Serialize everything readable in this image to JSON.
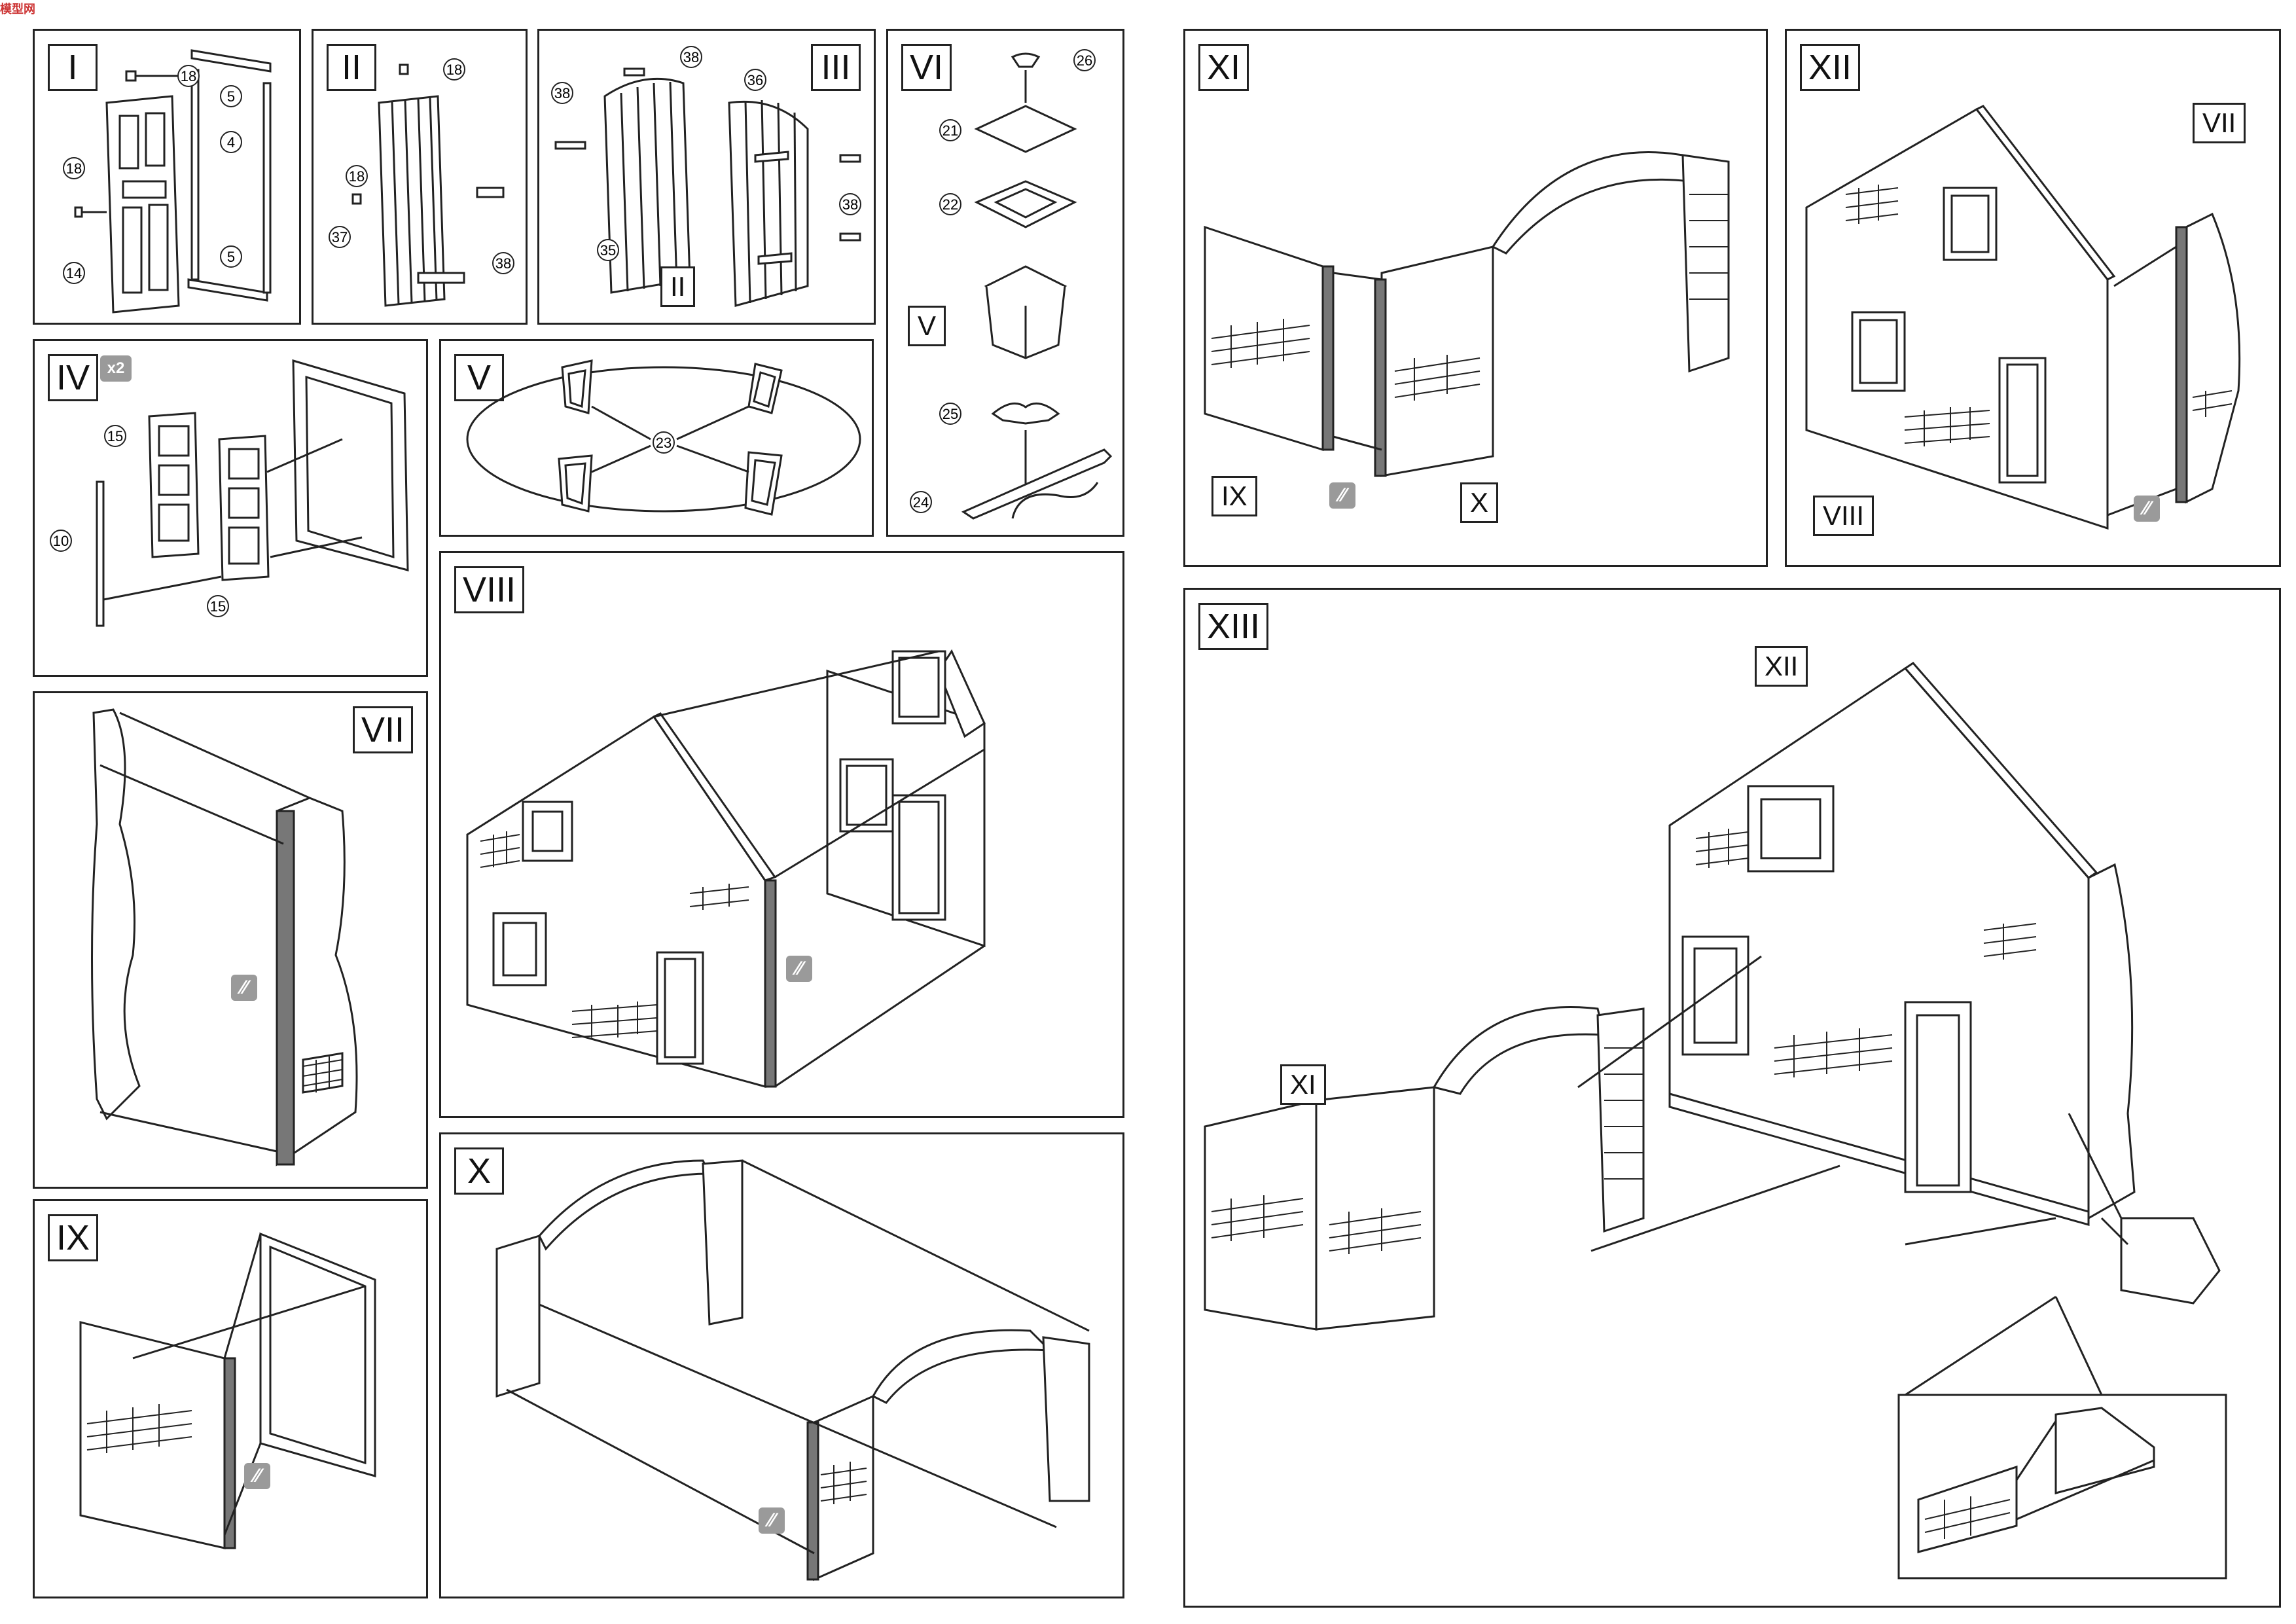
{
  "corner_logo": "模型网",
  "panels": {
    "I": {
      "label": "I",
      "parts": [
        "18",
        "5",
        "4",
        "18",
        "14",
        "5"
      ]
    },
    "II": {
      "label": "II",
      "parts": [
        "18",
        "18",
        "37",
        "38"
      ]
    },
    "III": {
      "label": "III",
      "parts": [
        "38",
        "38",
        "36",
        "38",
        "35"
      ],
      "subassembly": "II"
    },
    "VI": {
      "label": "VI",
      "parts": [
        "26",
        "21",
        "22",
        "25",
        "24"
      ],
      "subassembly": "V"
    },
    "IV": {
      "label": "IV",
      "parts": [
        "15",
        "10",
        "15"
      ],
      "multiplier": "x2"
    },
    "V": {
      "label": "V",
      "parts": [
        "23"
      ]
    },
    "VII": {
      "label": "VII"
    },
    "VIII": {
      "label": "VIII"
    },
    "IX": {
      "label": "IX"
    },
    "X": {
      "label": "X"
    },
    "XI": {
      "label": "XI",
      "subassemblies": [
        "IX",
        "X"
      ]
    },
    "XII": {
      "label": "XII",
      "subassemblies": [
        "VII",
        "VIII"
      ]
    },
    "XIII": {
      "label": "XIII",
      "subassemblies": [
        "XII",
        "XI"
      ]
    }
  },
  "glue_icon": "glue-icon"
}
